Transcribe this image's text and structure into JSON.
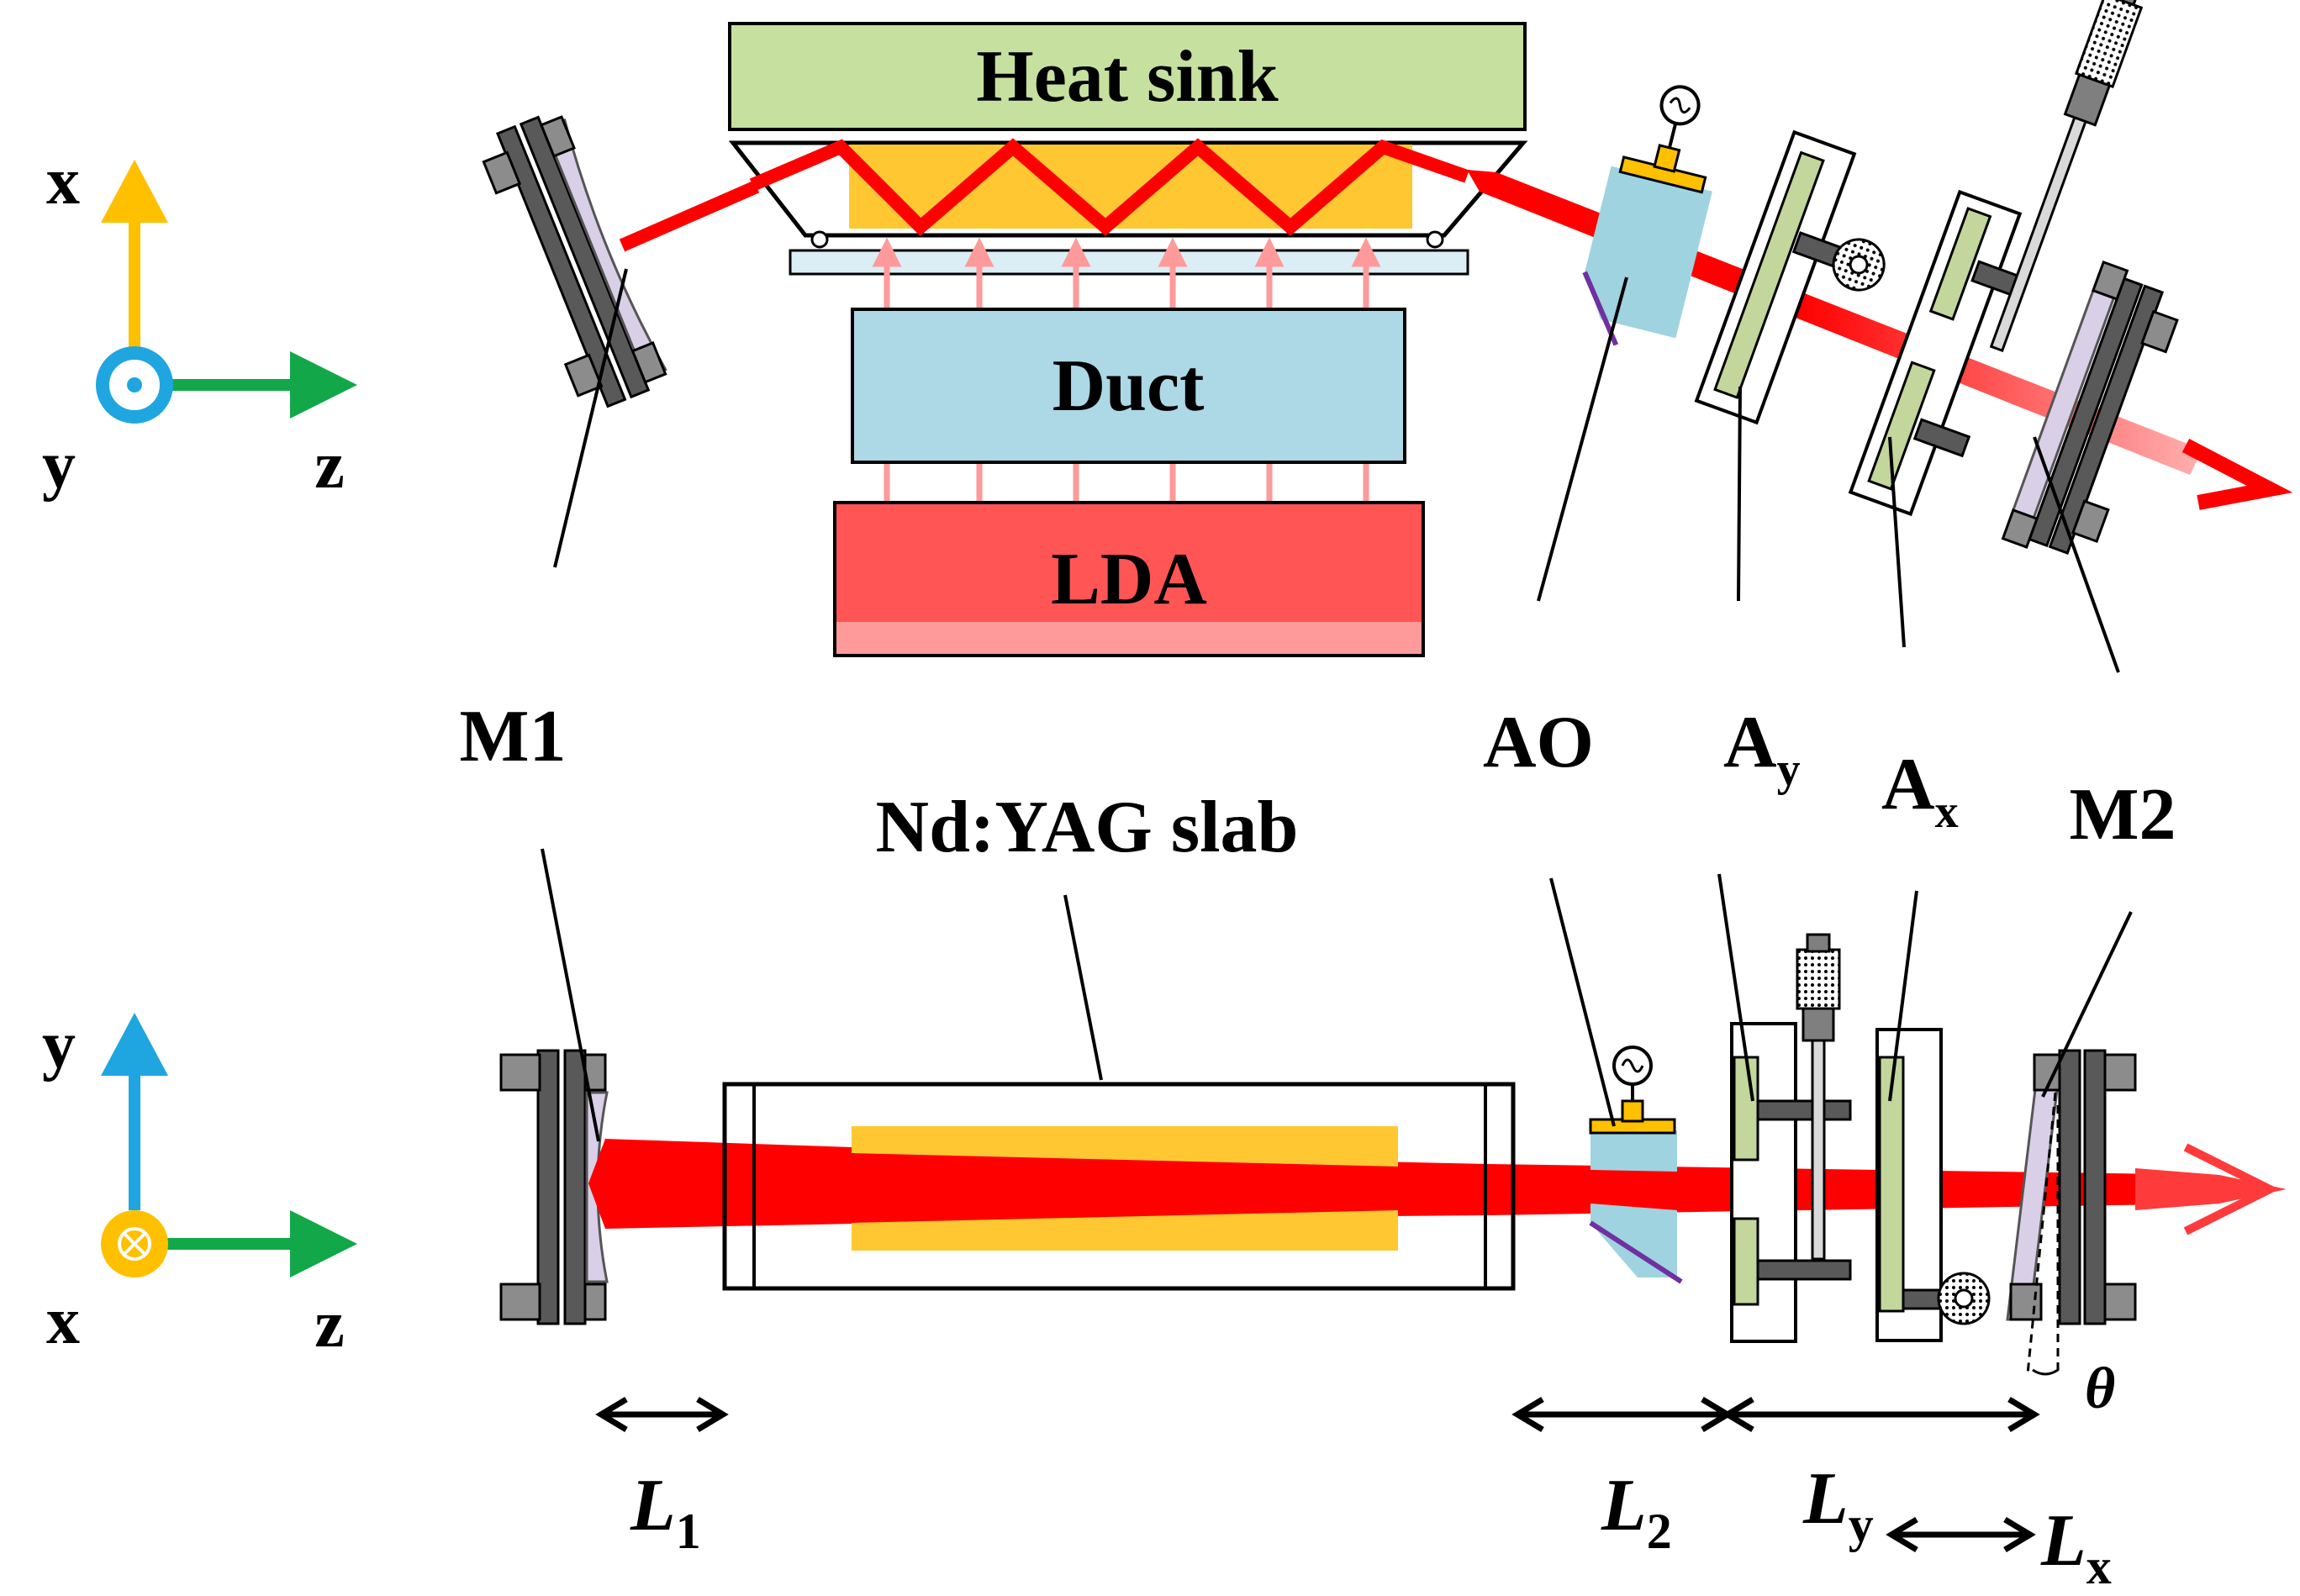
{
  "blocks": {
    "heat_sink": "Heat sink",
    "duct": "Duct",
    "lda": "LDA"
  },
  "component_labels": {
    "m1": "M1",
    "ao": "AO",
    "ay_main": "A",
    "ay_sub": "y",
    "ax_main": "A",
    "ax_sub": "x",
    "m2": "M2",
    "slab": "Nd:YAG slab"
  },
  "axes_top": {
    "up": "x",
    "out_of_plane": "y",
    "right": "z"
  },
  "axes_bottom": {
    "up": "y",
    "into_plane": "x",
    "right": "z"
  },
  "dimensions": {
    "l1_main": "L",
    "l1_sub": "1",
    "l2_main": "L",
    "l2_sub": "2",
    "ly_main": "L",
    "ly_sub": "y",
    "lx_main": "L",
    "lx_sub": "x",
    "theta": "θ"
  },
  "colors": {
    "beam": "#ff0000",
    "heat_sink": "#c6e0a0",
    "duct": "#add8e6",
    "lda": "#ff5555",
    "slab": "#ffc832",
    "axis_x_top": "#ffc000",
    "axis_y_top": "#1fa6e0",
    "axis_z": "#12a84a",
    "aperture": "#c3d69b",
    "mirror_glass": "#d9d0e8",
    "ao_crystal": "#9fd3df"
  }
}
